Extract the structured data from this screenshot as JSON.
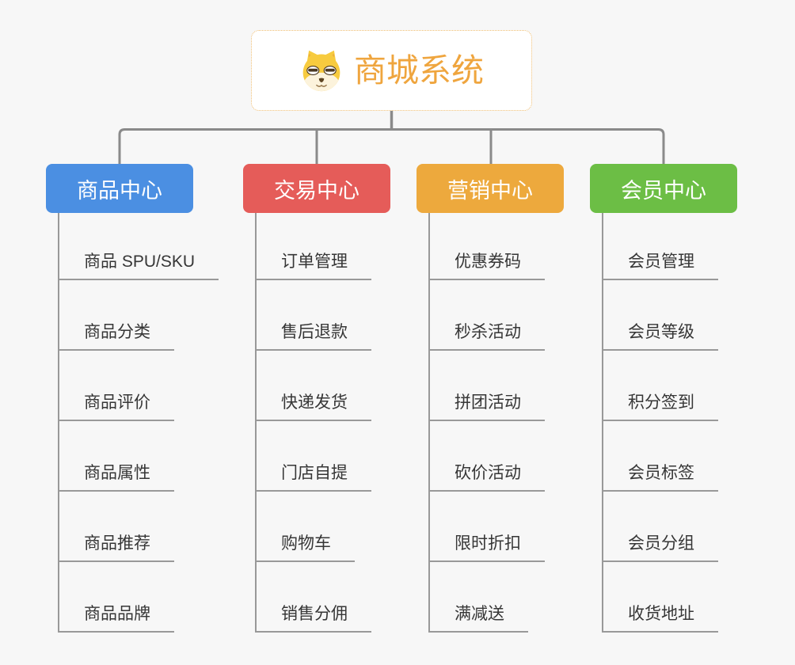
{
  "root": {
    "title": "商城系统",
    "icon": "dog-face-icon",
    "text_color": "#efa53e",
    "border_color": "#f0be72"
  },
  "branches": [
    {
      "label": "商品中心",
      "color": "#4b8fe2",
      "children": [
        "商品 SPU/SKU",
        "商品分类",
        "商品评价",
        "商品属性",
        "商品推荐",
        "商品品牌"
      ]
    },
    {
      "label": "交易中心",
      "color": "#e55c59",
      "children": [
        "订单管理",
        "售后退款",
        "快递发货",
        "门店自提",
        "购物车",
        "销售分佣"
      ]
    },
    {
      "label": "营销中心",
      "color": "#eda93d",
      "children": [
        "优惠券码",
        "秒杀活动",
        "拼团活动",
        "砍价活动",
        "限时折扣",
        "满减送"
      ]
    },
    {
      "label": "会员中心",
      "color": "#6cbe45",
      "children": [
        "会员管理",
        "会员等级",
        "积分签到",
        "会员标签",
        "会员分组",
        "收货地址"
      ]
    }
  ],
  "colors": {
    "background": "#f7f7f7",
    "connector": "#8a8a8a",
    "child_line": "#999999",
    "child_text": "#363636"
  }
}
